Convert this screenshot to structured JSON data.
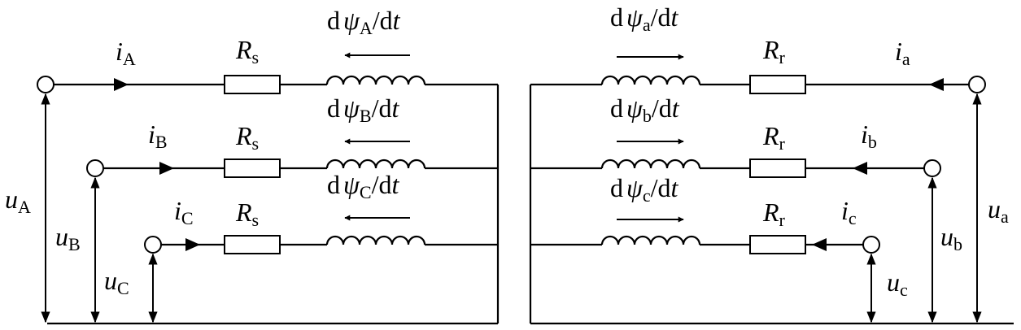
{
  "stator": {
    "currents": [
      {
        "sym": "i",
        "sub": "A"
      },
      {
        "sym": "i",
        "sub": "B"
      },
      {
        "sym": "i",
        "sub": "C"
      }
    ],
    "resistor": {
      "sym": "R",
      "sub": "s"
    },
    "flux": [
      {
        "pre": "d",
        "sym": "ψ",
        "sub": "A",
        "post": "/d",
        "var": "t"
      },
      {
        "pre": "d",
        "sym": "ψ",
        "sub": "B",
        "post": "/d",
        "var": "t"
      },
      {
        "pre": "d",
        "sym": "ψ",
        "sub": "C",
        "post": "/d",
        "var": "t"
      }
    ],
    "voltages": [
      {
        "sym": "u",
        "sub": "A"
      },
      {
        "sym": "u",
        "sub": "B"
      },
      {
        "sym": "u",
        "sub": "C"
      }
    ]
  },
  "rotor": {
    "currents": [
      {
        "sym": "i",
        "sub": "a"
      },
      {
        "sym": "i",
        "sub": "b"
      },
      {
        "sym": "i",
        "sub": "c"
      }
    ],
    "resistor": {
      "sym": "R",
      "sub": "r"
    },
    "flux": [
      {
        "pre": "d",
        "sym": "ψ",
        "sub": "a",
        "post": "/d",
        "var": "t"
      },
      {
        "pre": "d",
        "sym": "ψ",
        "sub": "b",
        "post": "/d",
        "var": "t"
      },
      {
        "pre": "d",
        "sym": "ψ",
        "sub": "c",
        "post": "/d",
        "var": "t"
      }
    ],
    "voltages": [
      {
        "sym": "u",
        "sub": "a"
      },
      {
        "sym": "u",
        "sub": "b"
      },
      {
        "sym": "u",
        "sub": "c"
      }
    ]
  }
}
